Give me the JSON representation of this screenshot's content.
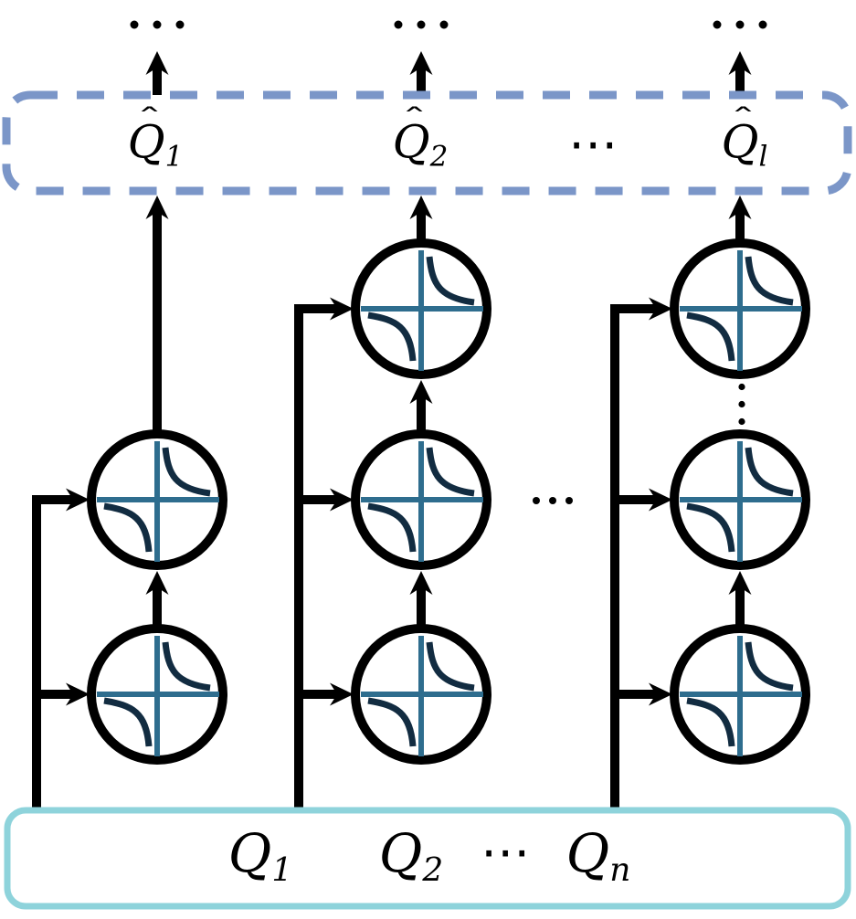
{
  "figure": {
    "title": "stacked-univariate-function-network-diagram",
    "background": "#ffffff"
  },
  "output_box": {
    "style": "dashed-rounded-rectangle",
    "border_color": "#7b96c8",
    "labels": [
      {
        "hat": "ˆ",
        "base": "Q",
        "sub": "1"
      },
      {
        "hat": "ˆ",
        "base": "Q",
        "sub": "2"
      },
      {
        "base": "⋯"
      },
      {
        "hat": "ˆ",
        "base": "Q",
        "sub": "l"
      }
    ]
  },
  "input_box": {
    "style": "solid-rounded-rectangle",
    "border_color": "#8ed3db",
    "labels": [
      {
        "base": "Q",
        "sub": "1"
      },
      {
        "base": "Q",
        "sub": "2"
      },
      {
        "base": "⋯"
      },
      {
        "base": "Q",
        "sub": "n"
      }
    ]
  },
  "diagram": {
    "node_icon": "reciprocal-curve-axes-icon",
    "node_icon_colors": {
      "circle": "#000000",
      "axes": "#2e6d8e",
      "curve": "#122c41"
    },
    "arrow_color": "#000000",
    "columns": [
      {
        "name": "column-1",
        "node_count": 2,
        "vertical_ellipsis_after_first": false
      },
      {
        "name": "column-2",
        "node_count": 3,
        "vertical_ellipsis_after_first": false
      },
      {
        "name": "column-3",
        "node_count": 3,
        "vertical_ellipsis_after_first": true
      }
    ],
    "top_output_ellipsis": "⋯",
    "middle_ellipsis": "⋯",
    "vertical_ellipsis": "⋮"
  }
}
